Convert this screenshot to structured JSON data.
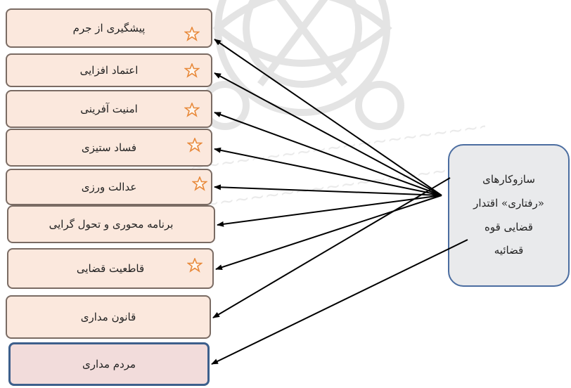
{
  "boxes": [
    {
      "label": "پیشگیری از جرم",
      "starred": true
    },
    {
      "label": "اعتماد افزایی",
      "starred": true
    },
    {
      "label": "امنیت آفرینی",
      "starred": true
    },
    {
      "label": "فساد ستیزی",
      "starred": true
    },
    {
      "label": "عدالت ورزی",
      "starred": true
    },
    {
      "label": "برنامه محوری و تحول گرایی",
      "starred": false
    },
    {
      "label": "قاطعیت قضایی",
      "starred": true
    },
    {
      "label": "قانون مداری",
      "starred": false
    },
    {
      "label": "مردم مداری",
      "starred": false
    }
  ],
  "mechanism": {
    "label": "سازوکارهای\n«رفتاری» اقتدار\nقضایی قوه\nقضائیه"
  },
  "colors": {
    "box_fill": "#fbe8dd",
    "box_border": "#7a6b63",
    "last_box_fill": "#f2dcdb",
    "last_box_border": "#3d5f8c",
    "mechanism_fill": "#e9eaec",
    "mechanism_border": "#4b6da0",
    "star": "#e8893a",
    "arrow": "#000000"
  },
  "icons": {
    "star": "star-outline-icon",
    "watermark": "watermark-emblem-icon"
  }
}
